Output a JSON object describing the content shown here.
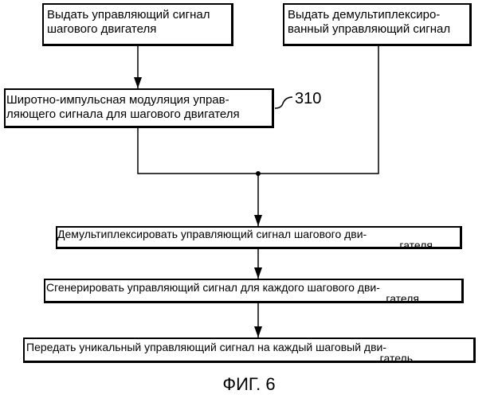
{
  "boxes": {
    "step_signal": {
      "line1": "Выдать управляющий сигнал",
      "line2": "шагового двигателя"
    },
    "demux_signal": {
      "line1": "Выдать демультиплексиро-",
      "line2": "ванный управляющий сигнал"
    },
    "pwm": {
      "line1": "Широтно-импульсная модуляция управ-",
      "line2": "ляющего сигнала для шагового двигателя",
      "ref": "310"
    },
    "demultiplex": {
      "line1": "Демультиплексировать управляющий сигнал шагового дви-",
      "line2": "гателя"
    },
    "generate": {
      "line1": "Сгенерировать управляющий сигнал для каждого шагового дви-",
      "line2": "гателя"
    },
    "transmit": {
      "line1": "Передать уникальный управляющий сигнал на каждый шаговый дви-",
      "line2": "гатель"
    }
  },
  "figure_caption": "ФИГ. 6"
}
